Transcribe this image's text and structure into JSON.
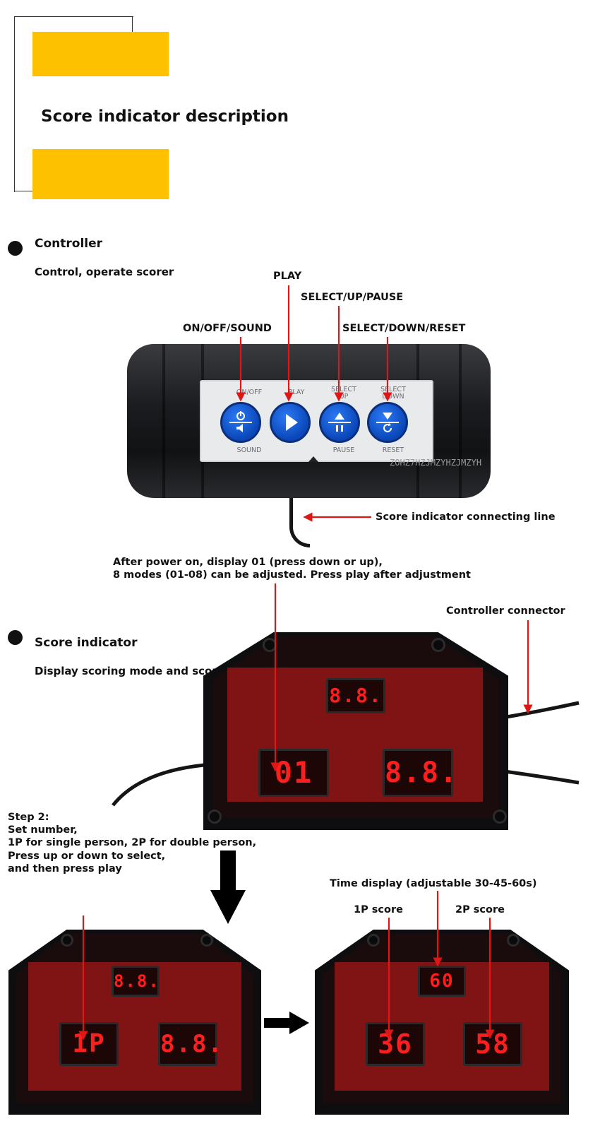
{
  "header": {
    "title": "Score indicator description"
  },
  "controller": {
    "heading": "Controller",
    "desc": "Control, operate scorer",
    "callouts": {
      "play": "PLAY",
      "select_up_pause": "SELECT/UP/PAUSE",
      "on_off_sound": "ON/OFF/SOUND",
      "select_down_reset": "SELECT/DOWN/RESET",
      "connecting_line": "Score indicator connecting line"
    },
    "panel": {
      "btn1_top": "ON/OFF",
      "btn1_bottom": "SOUND",
      "btn2_top": "PLAY",
      "btn3_top1": "SELECT",
      "btn3_top2": "UP",
      "btn3_bottom": "PAUSE",
      "btn4_top1": "SELECT",
      "btn4_top2": "DOWN",
      "btn4_bottom": "RESET"
    },
    "watermark": "ZOHZ7HZJMZYHZJMZYH"
  },
  "score_indicator": {
    "heading": "Score indicator",
    "desc": "Display scoring mode and score",
    "power_note_line1": "After power on, display 01 (press down or up),",
    "power_note_line2": "8 modes (01-08) can be adjusted. Press play after adjustment",
    "connector_label": "Controller connector",
    "display_top": "8.8.",
    "display_left": "01",
    "display_right": "8.8."
  },
  "step2": {
    "line1": "Step 2:",
    "line2": "Set  number,",
    "line3": "1P for single person, 2P for double person,",
    "line4": "Press up or down to select,",
    "line5": "and then press play"
  },
  "bottom": {
    "time_label": "Time display (adjustable 30-45-60s)",
    "p1_label": "1P score",
    "p2_label": "2P score",
    "left_board": {
      "top": "8.8.",
      "left": "1P",
      "right": "8.8."
    },
    "right_board": {
      "top": "60",
      "left": "36",
      "right": "58"
    }
  },
  "colors": {
    "accent_yellow": "#fec100",
    "arrow_red": "#e01616",
    "button_blue": "#0a46b8",
    "led_red": "#ff1e1e"
  }
}
